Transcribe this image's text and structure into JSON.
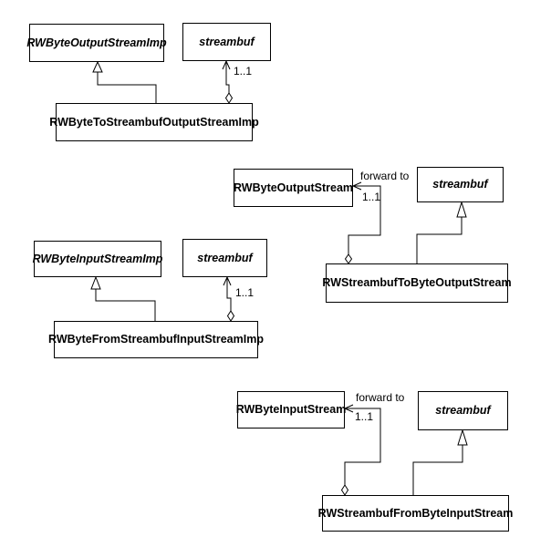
{
  "diagram": {
    "title": "UML class diagram - RW byte stream / streambuf adaptors",
    "colors": {
      "background": "#ffffff",
      "line": "#000000",
      "text": "#000000",
      "box_fill": "#ffffff"
    },
    "classes": [
      {
        "id": "rw-byte-output-stream-imp",
        "label": "RWByteOutputStreamImp",
        "abstract": true
      },
      {
        "id": "streambuf-top",
        "label": "streambuf",
        "abstract": true
      },
      {
        "id": "rw-byte-to-streambuf-output-stream-imp",
        "label": "RWByteToStreambufOutputStreamImp",
        "abstract": false
      },
      {
        "id": "rw-byte-output-stream",
        "label": "RWByteOutputStream",
        "abstract": false
      },
      {
        "id": "streambuf-mid-right",
        "label": "streambuf",
        "abstract": true
      },
      {
        "id": "rw-streambuf-to-byte-output-stream",
        "label": "RWStreambufToByteOutputStream",
        "abstract": false
      },
      {
        "id": "rw-byte-input-stream-imp",
        "label": "RWByteInputStreamImp",
        "abstract": true
      },
      {
        "id": "streambuf-mid-left",
        "label": "streambuf",
        "abstract": true
      },
      {
        "id": "rw-byte-from-streambuf-input-stream-imp",
        "label": "RWByteFromStreambufInputStreamImp",
        "abstract": false
      },
      {
        "id": "rw-byte-input-stream",
        "label": "RWByteInputStream",
        "abstract": false
      },
      {
        "id": "streambuf-bottom",
        "label": "streambuf",
        "abstract": true
      },
      {
        "id": "rw-streambuf-from-byte-input-stream",
        "label": "RWStreambufFromByteInputStream",
        "abstract": false
      }
    ],
    "relationships": [
      {
        "type": "generalization",
        "from": "RWByteToStreambufOutputStreamImp",
        "to": "RWByteOutputStreamImp"
      },
      {
        "type": "aggregation",
        "from": "RWByteToStreambufOutputStreamImp",
        "to": "streambuf",
        "multiplicity": "1..1"
      },
      {
        "type": "generalization",
        "from": "RWStreambufToByteOutputStream",
        "to": "streambuf"
      },
      {
        "type": "aggregation",
        "from": "RWStreambufToByteOutputStream",
        "to": "RWByteOutputStream",
        "multiplicity": "1..1",
        "label": "forward to"
      },
      {
        "type": "generalization",
        "from": "RWByteFromStreambufInputStreamImp",
        "to": "RWByteInputStreamImp"
      },
      {
        "type": "aggregation",
        "from": "RWByteFromStreambufInputStreamImp",
        "to": "streambuf",
        "multiplicity": "1..1"
      },
      {
        "type": "generalization",
        "from": "RWStreambufFromByteInputStream",
        "to": "streambuf"
      },
      {
        "type": "aggregation",
        "from": "RWStreambufFromByteInputStream",
        "to": "RWByteInputStream",
        "multiplicity": "1..1",
        "label": "forward to"
      }
    ]
  }
}
